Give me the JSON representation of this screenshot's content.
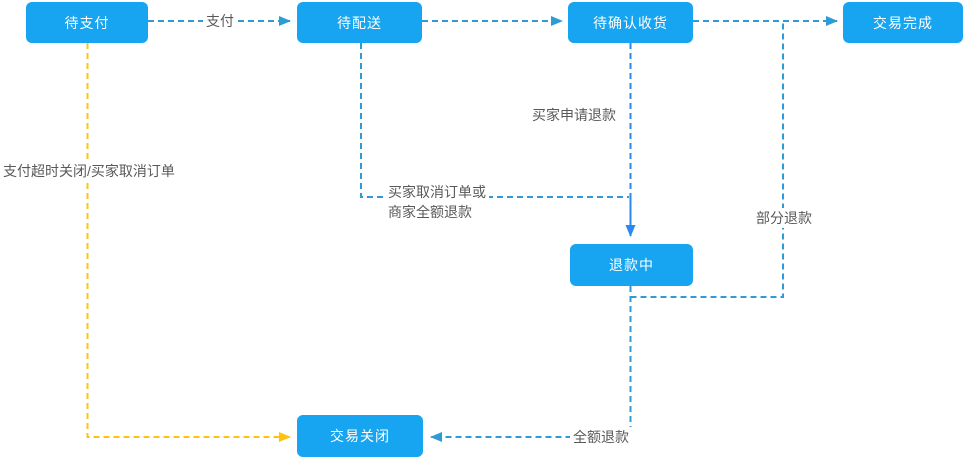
{
  "diagram": {
    "type": "flowchart",
    "background": "#ffffff",
    "colors": {
      "node_fill": "#17a4f0",
      "node_text": "#ffffff",
      "edge_teal": "#2d9bd5",
      "edge_bright_blue": "#2a88ee",
      "edge_yellow": "#ffc30f",
      "edge_label_text": "#595959"
    },
    "nodes": [
      {
        "id": "pending-payment",
        "label": "待支付"
      },
      {
        "id": "pending-delivery",
        "label": "待配送"
      },
      {
        "id": "pending-receipt-confirmation",
        "label": "待确认收货"
      },
      {
        "id": "transaction-complete",
        "label": "交易完成"
      },
      {
        "id": "refund-in-progress",
        "label": "退款中"
      },
      {
        "id": "transaction-closed",
        "label": "交易关闭"
      }
    ],
    "edge_labels": {
      "pay": "支付",
      "buyer_request_refund": "买家申请退款",
      "cancel_or_full_refund_line1": "买家取消订单或",
      "cancel_or_full_refund_line2": "商家全额退款",
      "partial_refund": "部分退款",
      "full_refund": "全额退款",
      "payment_timeout_or_cancel": "支付超时关闭/买家取消订单"
    },
    "edges": [
      {
        "from": "待支付",
        "to": "待配送",
        "label": "支付",
        "style": "dashed-teal-arrow"
      },
      {
        "from": "待配送",
        "to": "待确认收货",
        "label": "",
        "style": "dashed-teal-arrow"
      },
      {
        "from": "待确认收货",
        "to": "交易完成",
        "label": "",
        "style": "dashed-teal-arrow"
      },
      {
        "from": "待配送",
        "to": "退款中",
        "label": "买家取消订单或 商家全额退款",
        "style": "dashed-teal"
      },
      {
        "from": "待确认收货",
        "to": "退款中",
        "label": "买家申请退款",
        "style": "dashed-bright-blue-arrow"
      },
      {
        "from": "退款中",
        "to": "交易完成",
        "label": "部分退款",
        "style": "dashed-teal"
      },
      {
        "from": "退款中",
        "to": "交易关闭",
        "label": "全额退款",
        "style": "dashed-teal-arrow"
      },
      {
        "from": "待支付",
        "to": "交易关闭",
        "label": "支付超时关闭/买家取消订单",
        "style": "dashed-yellow-arrow"
      }
    ]
  }
}
